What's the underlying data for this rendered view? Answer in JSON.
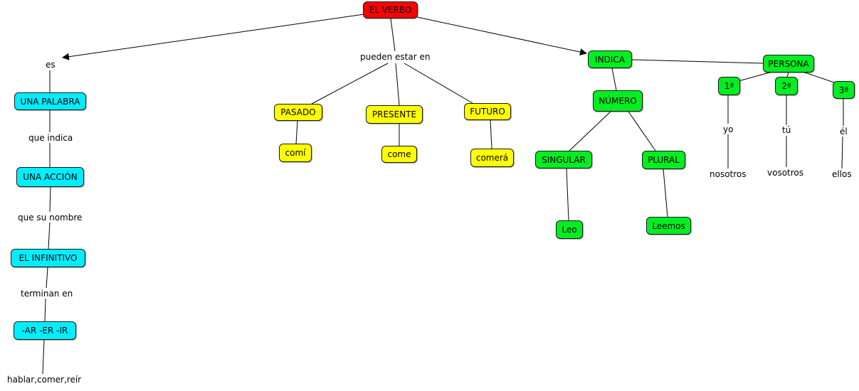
{
  "colors": {
    "root": "#ff0000",
    "cyan": "#00eeff",
    "yellow": "#ffff00",
    "green": "#00ee22"
  },
  "nodes": {
    "root": "EL VERBO",
    "una_palabra": "UNA PALABRA",
    "una_accion": "UNA ACCIÓN",
    "el_infinitivo": "EL INFINITIVO",
    "terminaciones": "-AR -ER -IR",
    "pasado": "PASADO",
    "presente": "PRESENTE",
    "futuro": "FUTURO",
    "comi": "comí",
    "come": "come",
    "comera": "comerá",
    "indica": "INDICA",
    "persona": "PERSONA",
    "numero": "NÚMERO",
    "singular": "SINGULAR",
    "plural": "PLURAL",
    "leo": "Leo",
    "leemos": "Leemos",
    "primera": "1ª",
    "segunda": "2ª",
    "tercera": "3ª"
  },
  "labels": {
    "es": "es",
    "que_indica": "que indica",
    "que_su_nombre": "que su nombre",
    "terminan_en": "terminan en",
    "ejemplos": "hablar,comer,reír",
    "pueden_estar_en": "pueden estar en",
    "yo": "yo",
    "nosotros": "nosotros",
    "tu": "tú",
    "vosotros": "vosotros",
    "el": "él",
    "ellos": "ellos"
  }
}
